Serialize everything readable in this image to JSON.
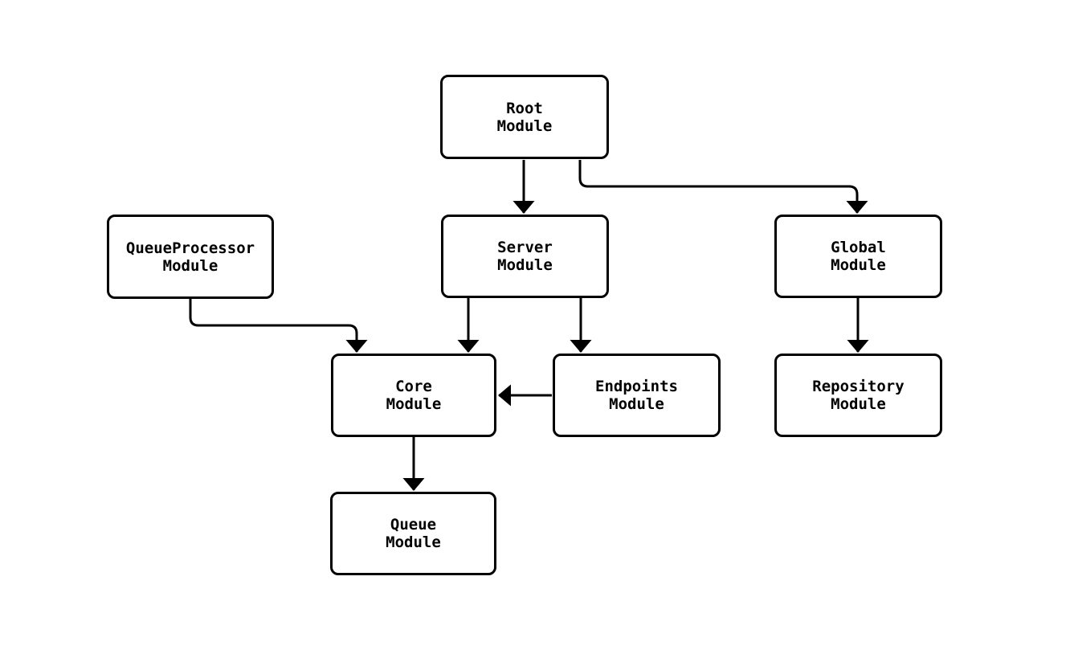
{
  "diagram": {
    "type": "flowchart",
    "direction": "top-down",
    "background_color": "#ffffff",
    "line_color": "#000000",
    "node_fill_color": "#ffffff",
    "node_border_color": "#000000",
    "text_color": "#000000",
    "nodes": {
      "root": {
        "label": "Root\nModule"
      },
      "queueproc": {
        "label": "QueueProcessor\nModule"
      },
      "server": {
        "label": "Server\nModule"
      },
      "global": {
        "label": "Global\nModule"
      },
      "core": {
        "label": "Core\nModule"
      },
      "endpoints": {
        "label": "Endpoints\nModule"
      },
      "repository": {
        "label": "Repository\nModule"
      },
      "queue": {
        "label": "Queue\nModule"
      }
    },
    "edges": [
      {
        "from": "Root Module",
        "to": "Server Module"
      },
      {
        "from": "Root Module",
        "to": "Global Module"
      },
      {
        "from": "QueueProcessor Module",
        "to": "Core Module"
      },
      {
        "from": "Server Module",
        "to": "Core Module"
      },
      {
        "from": "Server Module",
        "to": "Endpoints Module"
      },
      {
        "from": "Endpoints Module",
        "to": "Core Module"
      },
      {
        "from": "Global Module",
        "to": "Repository Module"
      },
      {
        "from": "Core Module",
        "to": "Queue Module"
      }
    ]
  }
}
